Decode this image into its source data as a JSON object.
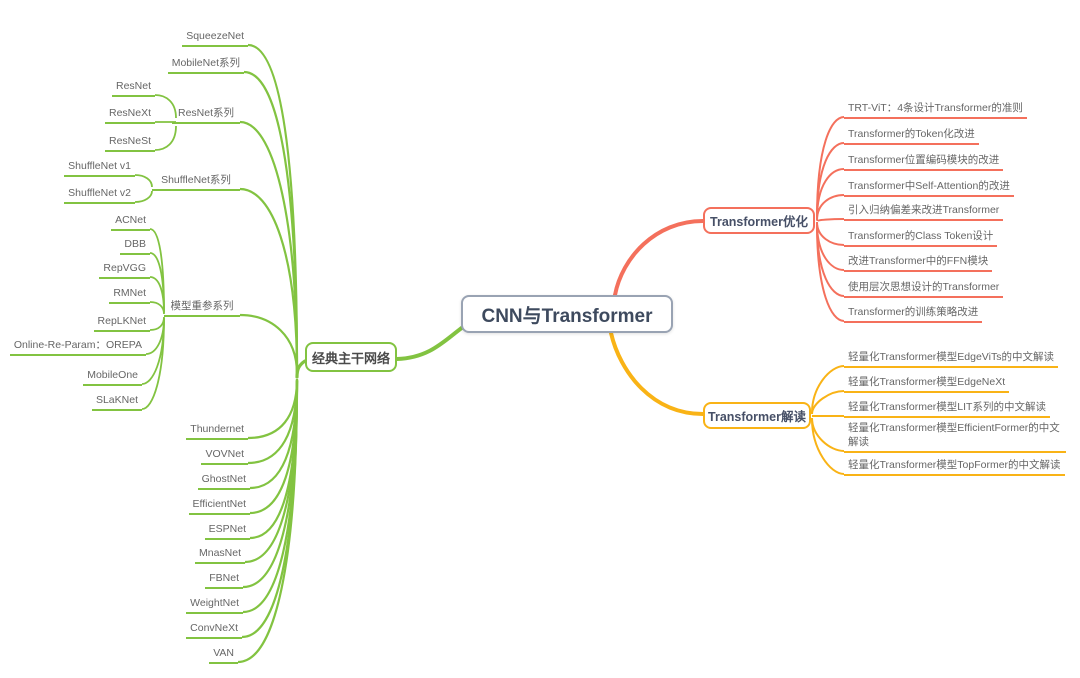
{
  "palette": {
    "branch_green": "#82c341",
    "branch_red": "#f4705c",
    "branch_yellow": "#f9b316",
    "root_border": "#99a3b3"
  },
  "mindmap": {
    "root": {
      "label": "CNN与Transformer"
    },
    "branches": [
      {
        "label": "经典主干网络",
        "color": "#82c341",
        "children": [
          {
            "label": "SqueezeNet"
          },
          {
            "label": "MobileNet系列"
          },
          {
            "label": "ResNet系列",
            "children": [
              {
                "label": "ResNet"
              },
              {
                "label": "ResNeXt"
              },
              {
                "label": "ResNeSt"
              }
            ]
          },
          {
            "label": "ShuffleNet系列",
            "children": [
              {
                "label": "ShuffleNet v1"
              },
              {
                "label": "ShuffleNet v2"
              }
            ]
          },
          {
            "label": "模型重参系列",
            "children": [
              {
                "label": "ACNet"
              },
              {
                "label": "DBB"
              },
              {
                "label": "RepVGG"
              },
              {
                "label": "RMNet"
              },
              {
                "label": "RepLKNet"
              },
              {
                "label": "Online-Re-Param：OREPA"
              },
              {
                "label": "MobileOne"
              },
              {
                "label": "SLaKNet"
              }
            ]
          },
          {
            "label": "Thundernet"
          },
          {
            "label": "VOVNet"
          },
          {
            "label": "GhostNet"
          },
          {
            "label": "EfficientNet"
          },
          {
            "label": "ESPNet"
          },
          {
            "label": "MnasNet"
          },
          {
            "label": "FBNet"
          },
          {
            "label": "WeightNet"
          },
          {
            "label": "ConvNeXt"
          },
          {
            "label": "VAN"
          }
        ]
      },
      {
        "label": "Transformer优化",
        "color": "#f4705c",
        "children": [
          {
            "label": "TRT-ViT：4条设计Transformer的准则"
          },
          {
            "label": "Transformer的Token化改进"
          },
          {
            "label": "Transformer位置编码模块的改进"
          },
          {
            "label": "Transformer中Self-Attention的改进"
          },
          {
            "label": "引入归纳偏差来改进Transformer"
          },
          {
            "label": "Transformer的Class Token设计"
          },
          {
            "label": "改进Transformer中的FFN模块"
          },
          {
            "label": "使用层次思想设计的Transformer"
          },
          {
            "label": "Transformer的训练策略改进"
          }
        ]
      },
      {
        "label": "Transformer解读",
        "color": "#f9b316",
        "children": [
          {
            "label": "轻量化Transformer模型EdgeViTs的中文解读"
          },
          {
            "label": "轻量化Transformer模型EdgeNeXt"
          },
          {
            "label": "轻量化Transformer模型LIT系列的中文解读"
          },
          {
            "label": "轻量化Transformer模型EfficientFormer的中文解读"
          },
          {
            "label": "轻量化Transformer模型TopFormer的中文解读"
          }
        ]
      }
    ]
  }
}
